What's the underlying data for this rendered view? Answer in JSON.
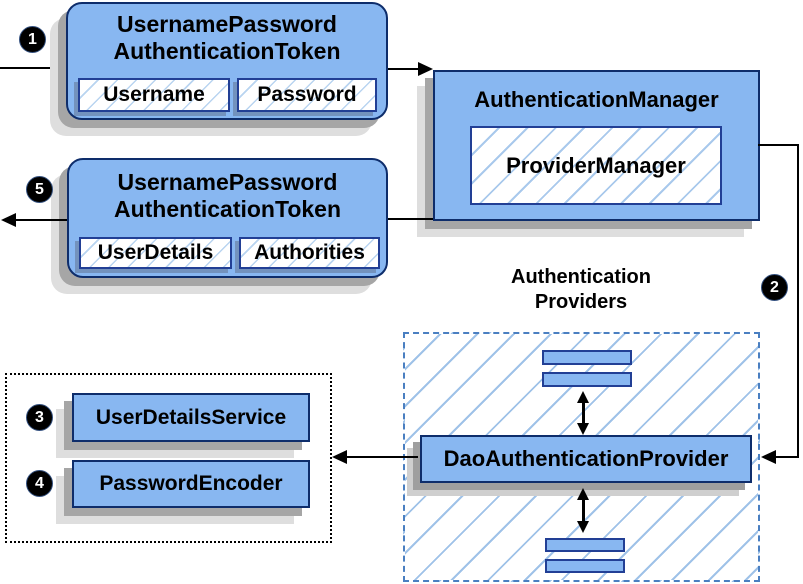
{
  "badges": [
    "1",
    "2",
    "3",
    "4",
    "5"
  ],
  "token_request": {
    "title1": "UsernamePassword",
    "title2": "AuthenticationToken",
    "field1": "Username",
    "field2": "Password"
  },
  "auth_manager": {
    "title": "AuthenticationManager",
    "inner": "ProviderManager"
  },
  "token_result": {
    "title1": "UsernamePassword",
    "title2": "AuthenticationToken",
    "field1": "UserDetails",
    "field2": "Authorities"
  },
  "providers": {
    "label1": "Authentication",
    "label2": "Providers",
    "dao": "DaoAuthenticationProvider"
  },
  "services": {
    "user_details_service": "UserDetailsService",
    "password_encoder": "PasswordEncoder"
  },
  "colors": {
    "node_fill": "#88b7f1",
    "node_border": "#0e2d6b",
    "field_border": "#223f95",
    "hatch_line": "#a9c9ec",
    "dashed_border_blue": "#4a7fc1",
    "dotted_border_black": "#000000",
    "shadow_dark": "#a6a6a6",
    "shadow_light": "#dedede",
    "arrow": "#000000",
    "badge_bg": "#000000",
    "badge_text": "#ffffff"
  }
}
